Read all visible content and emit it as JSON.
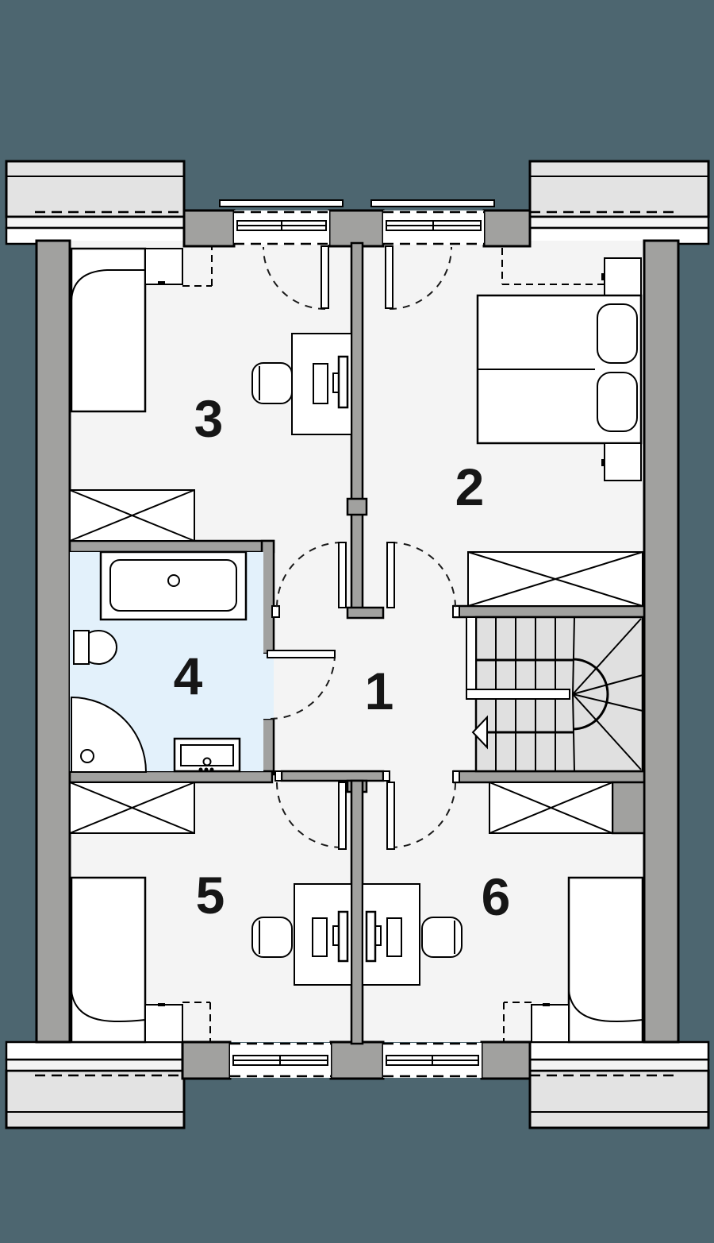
{
  "plan": {
    "type": "attic-floor-plan",
    "room_labels": [
      "1",
      "2",
      "3",
      "4",
      "5",
      "6"
    ],
    "colors": {
      "site_background": "#4d6670",
      "wall_fill": "#a1a19f",
      "floor_fill": "#f4f4f4",
      "bathroom_floor": "#e3f1fb",
      "stairs_fill": "#e0e0e0",
      "dormer_roof": "#e3e3e3",
      "outline": "#000000"
    },
    "icons": {
      "stairs_direction": "left-arrow-icon",
      "wardrobe_symbol": "crossed-box-icon",
      "door_swing": "dashed-arc-icon"
    }
  }
}
